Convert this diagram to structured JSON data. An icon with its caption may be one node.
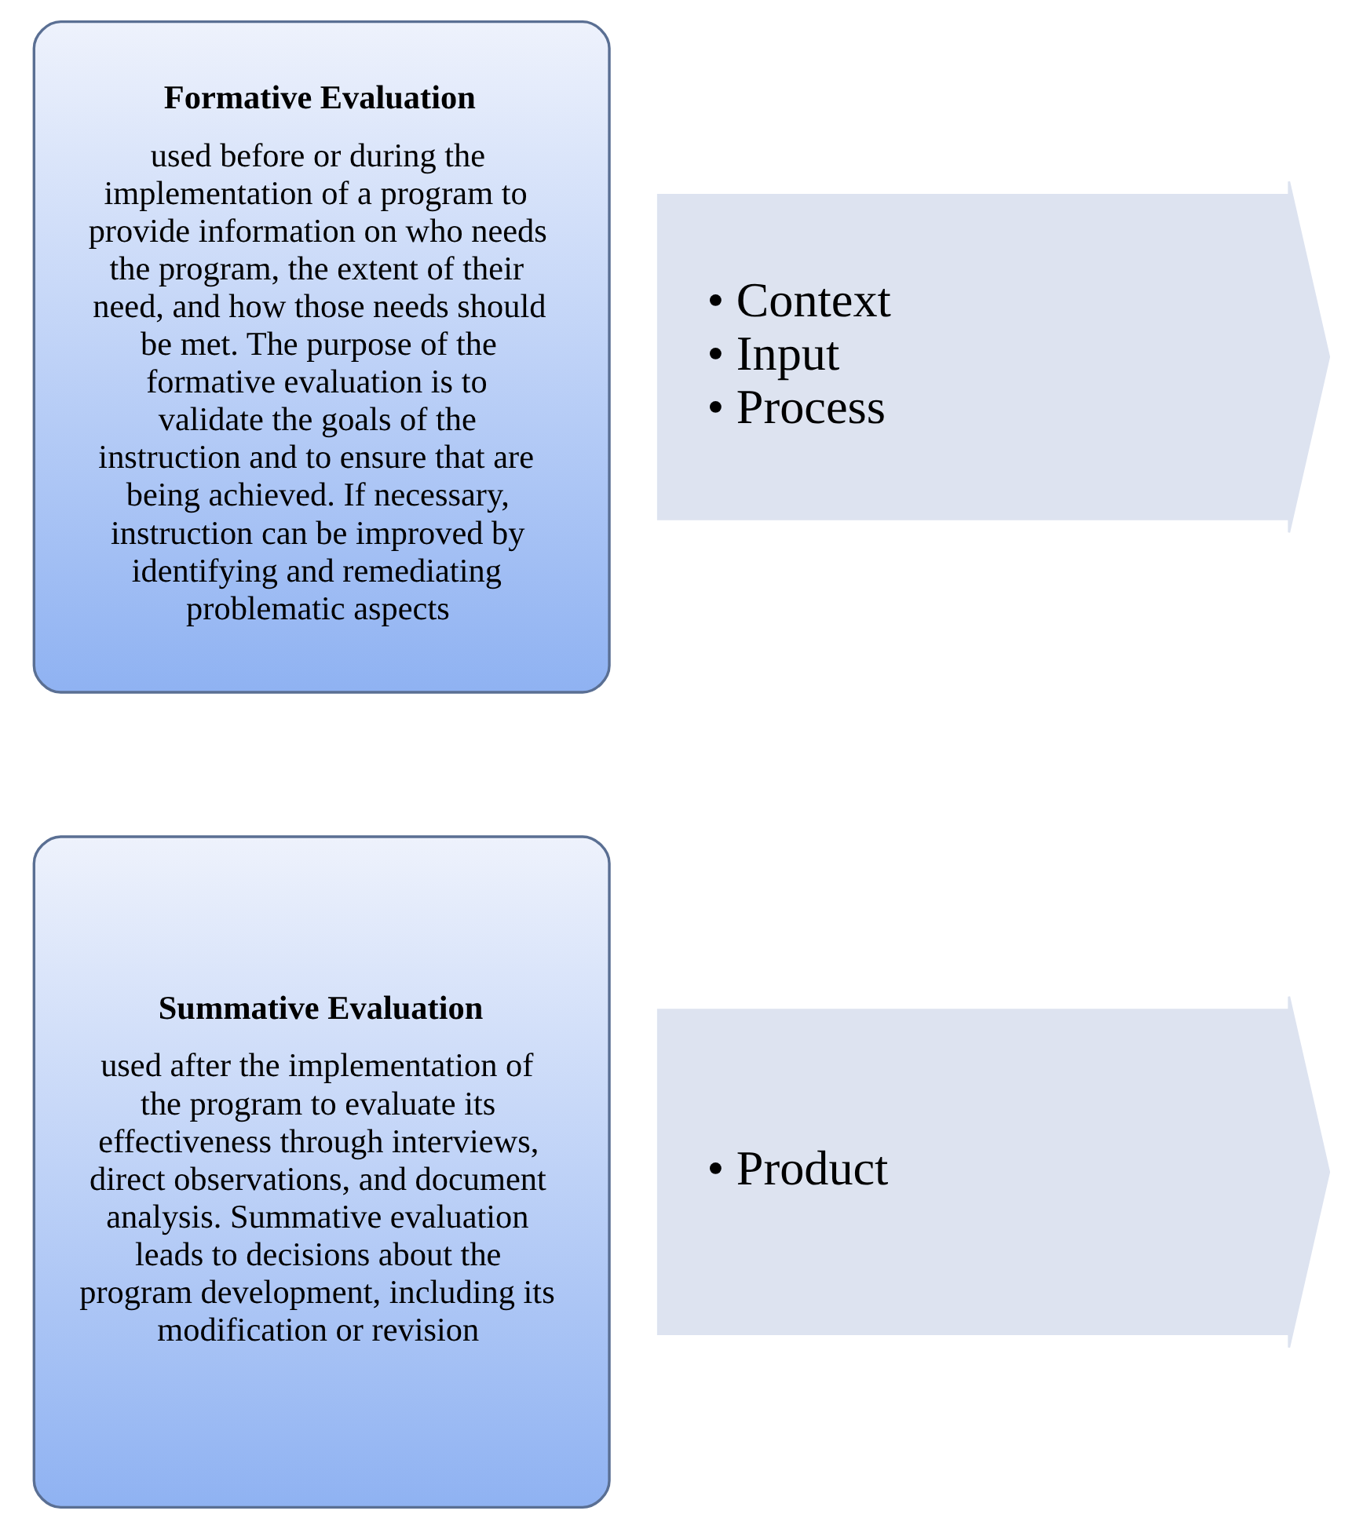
{
  "diagram": {
    "nodes": [
      {
        "text": [
          "Formative Evaluation",
          "used before or during the implementation of a program to provide information on who needs the program, the extent of their need, and how those needs should be met. The purpose of the formative evaluation is to validate the goals of the instruction and to ensure that are being achieved. If necessary, instruction can be improved by identifying and remediating problematic aspects"
        ]
      },
      {
        "text": [
          "• Context",
          "• Input",
          "• Process"
        ]
      },
      {
        "text": [
          "Summative Evaluation",
          "used after the implementation of the program to evaluate its effectiveness through interviews, direct observations, and document analysis. Summative evaluation leads to decisions about the program development, including its modification or revision"
        ]
      },
      {
        "text": [
          "• Product"
        ]
      }
    ],
    "edges": []
  }
}
